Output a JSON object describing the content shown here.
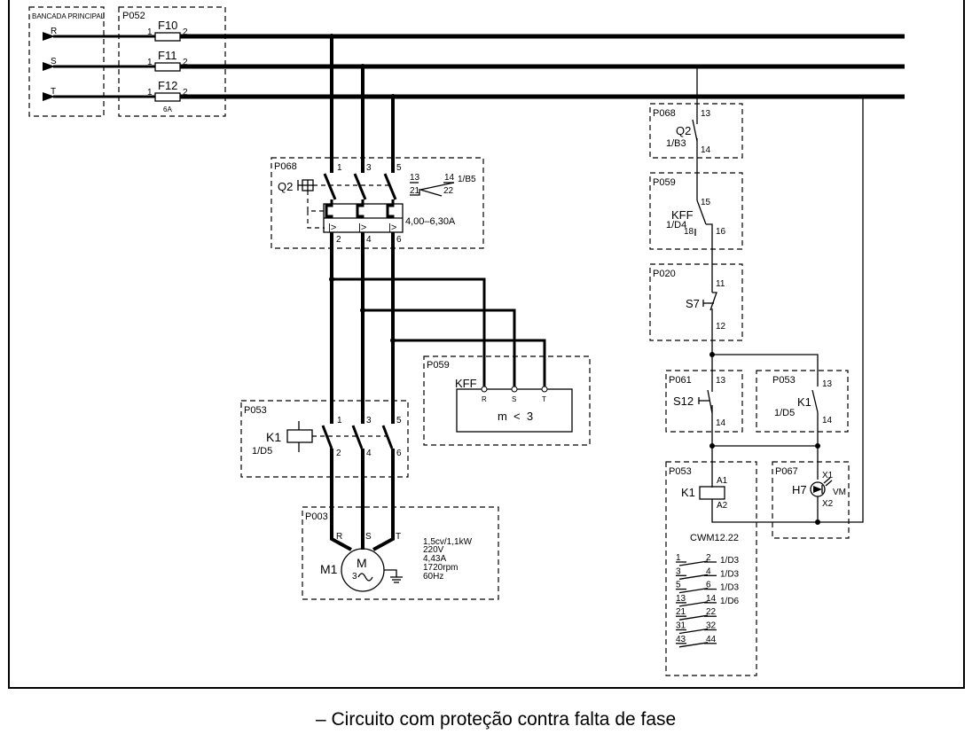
{
  "caption": "– Circuito com proteção contra falta de  fase",
  "supply": {
    "label": "BANCADA PRINCIPAL",
    "phases": [
      "R",
      "S",
      "T"
    ]
  },
  "fuses": {
    "panel": "P052",
    "items": [
      {
        "name": "F10",
        "pin_in": "1",
        "pin_out": "2"
      },
      {
        "name": "F11",
        "pin_in": "1",
        "pin_out": "2"
      },
      {
        "name": "F12",
        "pin_in": "1",
        "pin_out": "2"
      }
    ],
    "rating": "6A"
  },
  "breaker": {
    "panel": "P068",
    "name": "Q2",
    "top_pins": [
      "1",
      "3",
      "5"
    ],
    "bottom_pins": [
      "2",
      "4",
      "6"
    ],
    "range": "4,00–6,30A",
    "aux": {
      "no_a": "13",
      "no_b": "14",
      "nc_a": "21",
      "nc_b": "22",
      "ref": "1/B5"
    }
  },
  "phase_relay": {
    "panel": "P059",
    "name": "KFF",
    "terminals": [
      "R",
      "S",
      "T"
    ],
    "function": "m  <  3"
  },
  "contactor": {
    "panel": "P053",
    "name": "K1",
    "ref": "1/D5",
    "top_pins": [
      "1",
      "3",
      "5"
    ],
    "bottom_pins": [
      "2",
      "4",
      "6"
    ]
  },
  "motor": {
    "panel": "P003",
    "name": "M1",
    "symbol": "M",
    "phases_symbol": "3",
    "terminals": [
      "R",
      "S",
      "T"
    ],
    "specs": [
      "1,5cv/1,1kW",
      "220V",
      "4,43A",
      "1720rpm",
      "60Hz"
    ]
  },
  "control": {
    "q2": {
      "panel": "P068",
      "name": "Q2",
      "ref": "1/B3",
      "pin_a": "13",
      "pin_b": "14"
    },
    "kff": {
      "panel": "P059",
      "name": "KFF",
      "ref": "1/D4",
      "pin_a": "15",
      "pin_b": "16",
      "pin_c": "18"
    },
    "s7": {
      "panel": "P020",
      "name": "S7",
      "pin_a": "11",
      "pin_b": "12"
    },
    "s12": {
      "panel": "P061",
      "name": "S12",
      "pin_a": "13",
      "pin_b": "14"
    },
    "k1_seal": {
      "panel": "P053",
      "name": "K1",
      "ref": "1/D5",
      "pin_a": "13",
      "pin_b": "14"
    },
    "k1_coil": {
      "panel": "P053",
      "name": "K1",
      "pin_a": "A1",
      "pin_b": "A2",
      "model": "CWM12.22"
    },
    "h7": {
      "panel": "P067",
      "name": "H7",
      "pin_a": "X1",
      "pin_b": "X2",
      "color": "VM"
    },
    "contacts": [
      {
        "a": "1",
        "b": "2",
        "ref": "1/D3"
      },
      {
        "a": "3",
        "b": "4",
        "ref": "1/D3"
      },
      {
        "a": "5",
        "b": "6",
        "ref": "1/D3"
      },
      {
        "a": "13",
        "b": "14",
        "ref": "1/D6"
      },
      {
        "a": "21",
        "b": "22",
        "ref": ""
      },
      {
        "a": "31",
        "b": "32",
        "ref": ""
      },
      {
        "a": "43",
        "b": "44",
        "ref": ""
      }
    ]
  }
}
